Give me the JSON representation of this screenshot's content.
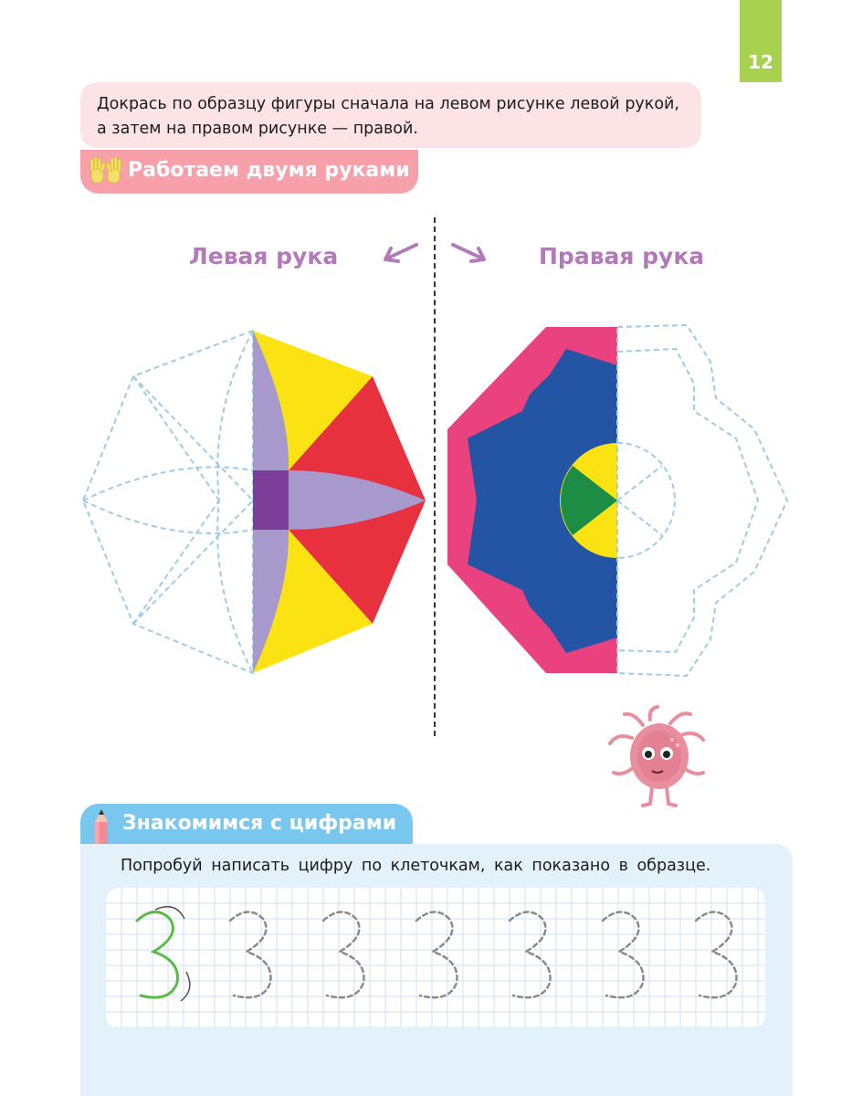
{
  "page": {
    "number": "12"
  },
  "instruction": "Докрась по образцу фигуры сначала на левом рисунке левой рукой, а затем на правом рисунке — правой.",
  "section1": {
    "title": "Работаем двумя руками",
    "icon": "hands-icon"
  },
  "labels": {
    "left": "Левая рука",
    "right": "Правая рука"
  },
  "colors": {
    "yellow": "#fbe313",
    "red": "#e8313e",
    "lavender": "#a899cc",
    "purple": "#7c3f99",
    "pink": "#e9427e",
    "blue": "#2454a4",
    "green": "#1d8d45",
    "dashed_outline": "#9fcbea",
    "label_purple": "#b27ab8",
    "section_pink": "#f7a0aa",
    "section_blue": "#79c7ef",
    "page_tab_green": "#a7d14f"
  },
  "section2": {
    "title": "Знакомимся с цифрами",
    "icon": "pencil-icon"
  },
  "task": "Попробуй написать цифру по клеточкам, как показано в образце.",
  "digits": {
    "sample": "3",
    "trace_count": 6
  }
}
